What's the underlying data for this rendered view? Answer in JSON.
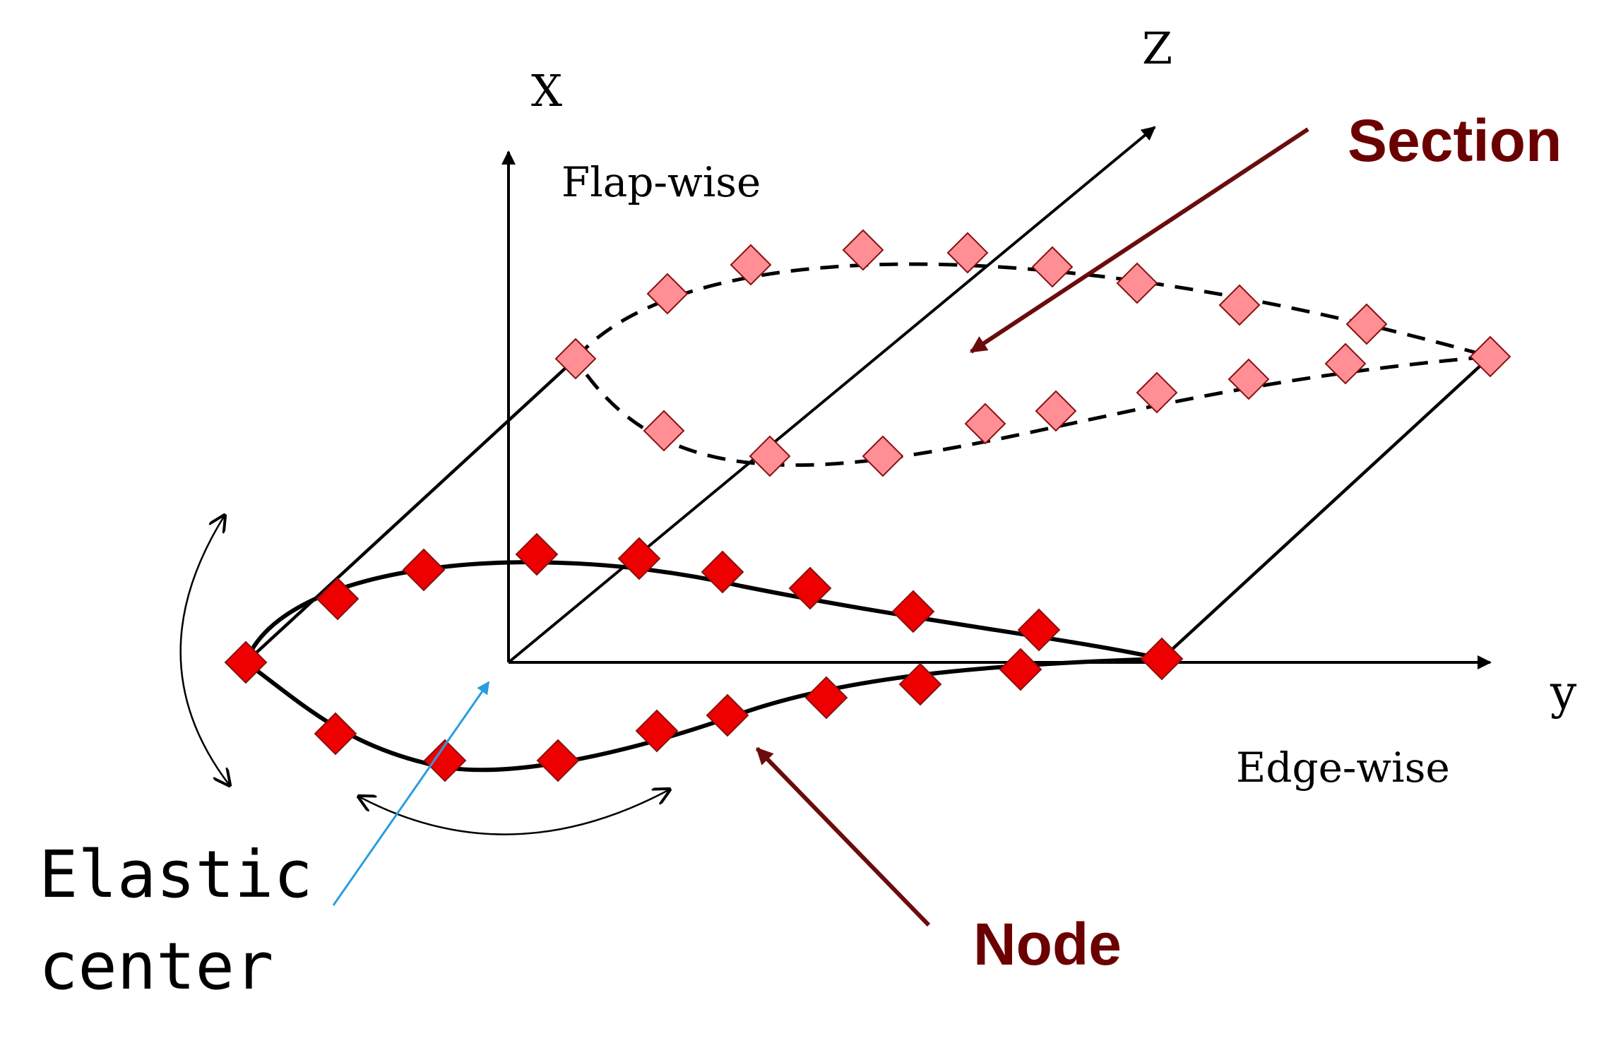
{
  "axes": {
    "x_label": "X",
    "z_label": "Z",
    "y_label": "y",
    "flap_label": "Flap-wise",
    "edge_label": "Edge-wise"
  },
  "annotations": {
    "section_label": "Section",
    "node_label": "Node",
    "elastic_line1": "Elastic",
    "elastic_line2": "center"
  },
  "colors": {
    "axis": "#000000",
    "node_fill": "#ee0000",
    "section_node_fill": "#ff8f95",
    "pointer_dark": "#6b0c0c",
    "label_dark": "#6b0000",
    "elastic_arrow": "#2a9de0"
  }
}
